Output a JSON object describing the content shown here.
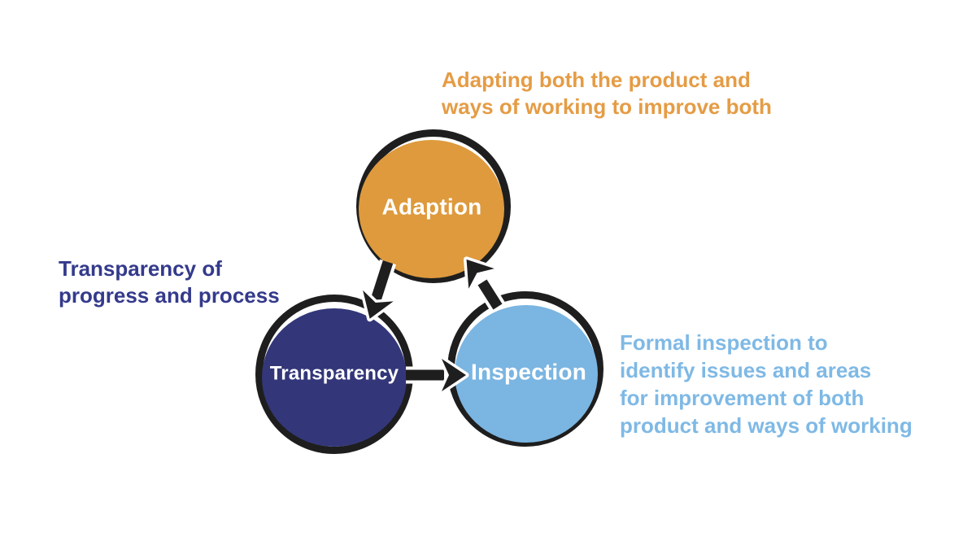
{
  "nodes": {
    "adaption": {
      "label": "Adaption",
      "fill": "#DE9A3D"
    },
    "transparency": {
      "label": "Transparency",
      "fill": "#333779"
    },
    "inspection": {
      "label": "Inspection",
      "fill": "#7BB5E1"
    }
  },
  "annotations": {
    "adaption": {
      "color": "#E59C45",
      "lines": [
        "Adapting both the product and",
        "ways of working to improve both"
      ]
    },
    "transparency": {
      "color": "#343A8B",
      "lines": [
        "Transparency of",
        "progress and process"
      ]
    },
    "inspection": {
      "color": "#7FB9E5",
      "lines": [
        "Formal inspection to",
        "identify issues and areas",
        "for improvement of both",
        "product and ways of working"
      ]
    }
  },
  "edges": [
    {
      "from": "adaption",
      "to": "transparency"
    },
    {
      "from": "transparency",
      "to": "inspection"
    },
    {
      "from": "inspection",
      "to": "adaption"
    }
  ],
  "colors": {
    "background": "#FFFFFF",
    "outline": "#1E1E1E",
    "arrow": "#1E1E1E",
    "label_text": "#FFFFFF"
  }
}
